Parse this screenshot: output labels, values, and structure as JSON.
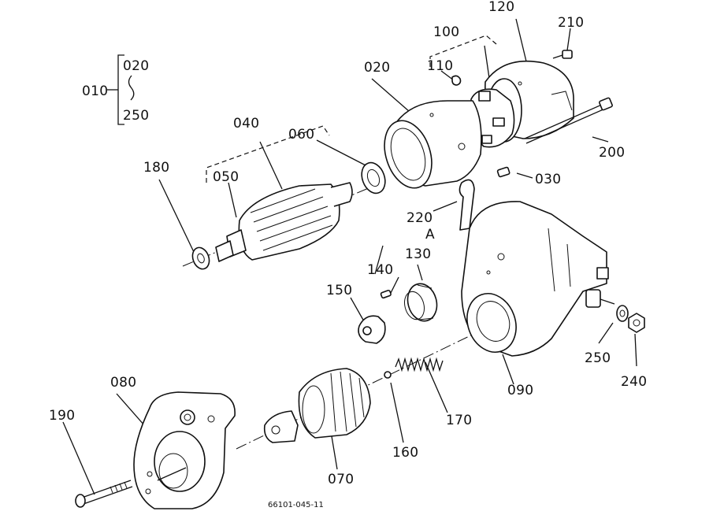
{
  "diagram": {
    "drawing_code": "66101-045-11",
    "part_labels": {
      "p010": "010",
      "p020_range": "020",
      "p250_range": "250",
      "p120": "120",
      "p210": "210",
      "p100": "100",
      "p110": "110",
      "p020": "020",
      "p040": "040",
      "p060": "060",
      "p050": "050",
      "p180": "180",
      "p200": "200",
      "p030": "030",
      "p220": "220",
      "pA": "A",
      "p140": "140",
      "p130": "130",
      "p150": "150",
      "p250": "250",
      "p240": "240",
      "p090": "090",
      "p080": "080",
      "p170": "170",
      "p190": "190",
      "p160": "160",
      "p070": "070"
    }
  }
}
